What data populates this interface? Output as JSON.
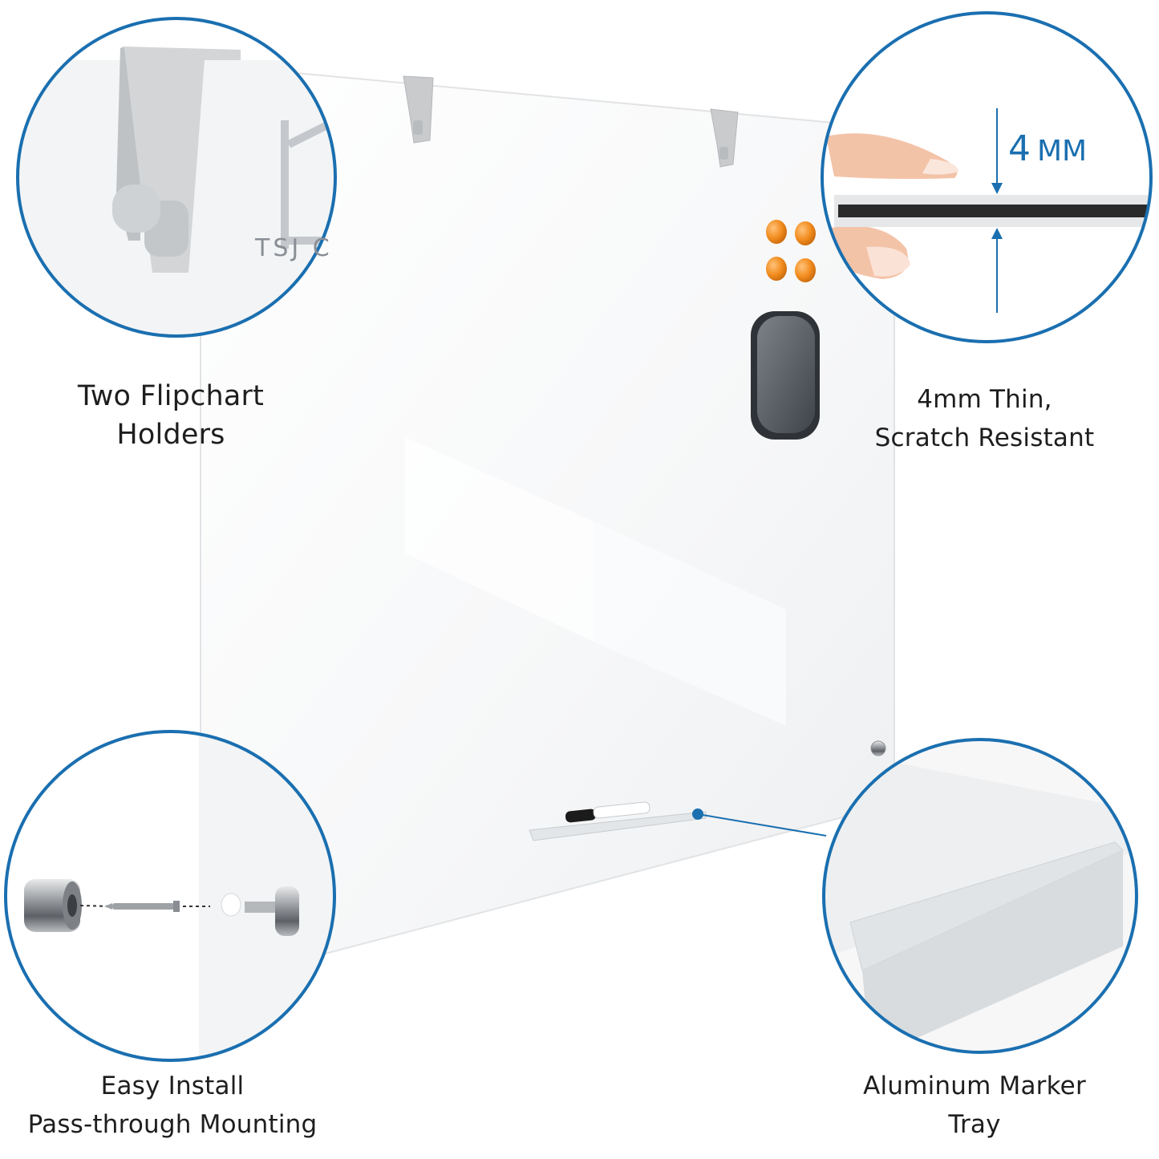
{
  "captions": {
    "holders": [
      "Two Flipchart",
      "Holders"
    ],
    "thin": [
      "4mm Thin,",
      "Scratch Resistant"
    ],
    "install": [
      "Easy Install",
      "Pass-through Mounting"
    ],
    "tray": [
      "Aluminum Marker",
      "Tray"
    ]
  },
  "thickness_callout": {
    "value": "4",
    "unit": "MM"
  },
  "brand_text": "TSJ C",
  "colors": {
    "accent_blue": "#1a6fb0",
    "magnet_orange": "#f28c1e",
    "eraser_gray": "#5b6168",
    "holder_gray": "#c9cbcd"
  },
  "icons": [
    "flipchart-holder-icon",
    "magnet-icon",
    "eraser-icon",
    "marker-icon",
    "standoff-bolt-icon",
    "screw-icon"
  ]
}
